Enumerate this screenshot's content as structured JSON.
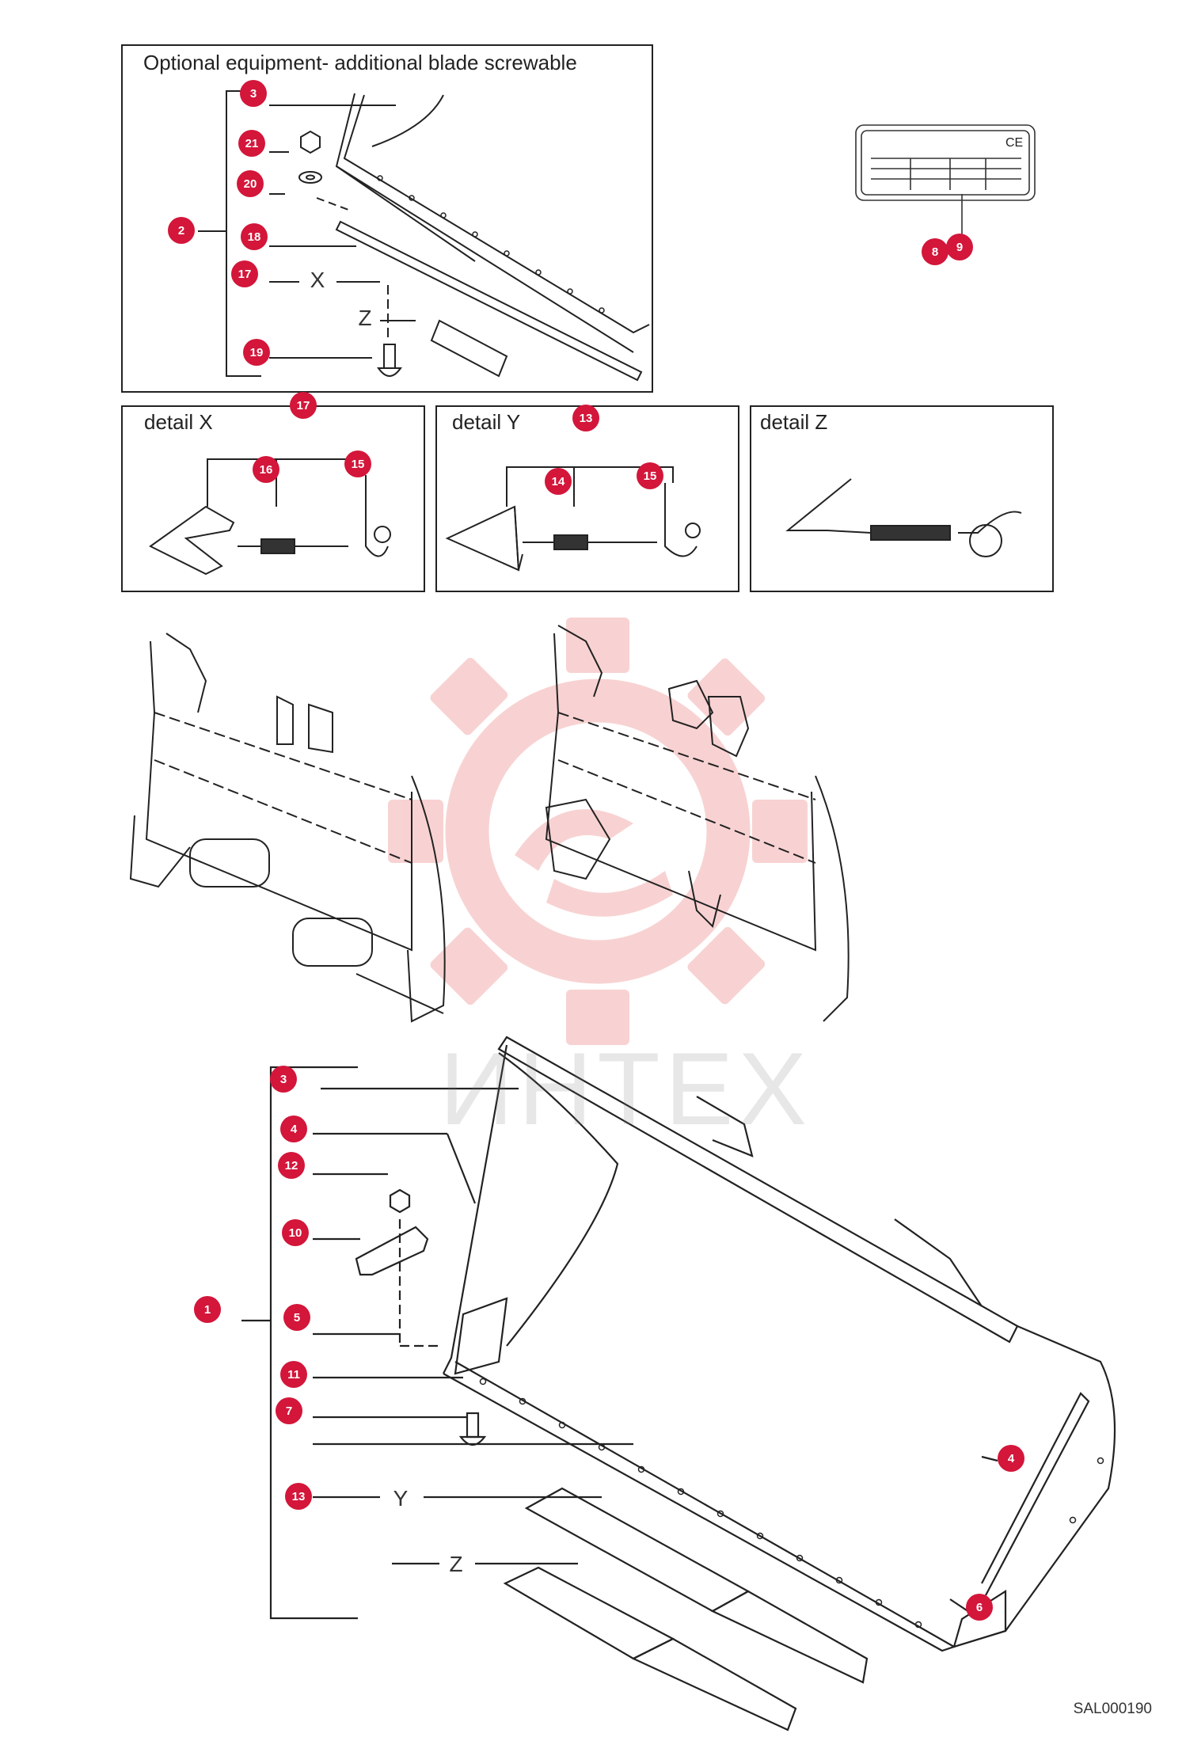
{
  "panels": {
    "optional_title": "Optional equipment- additional blade screwable",
    "detail_x": "detail X",
    "detail_y": "detail Y",
    "detail_z": "detail Z"
  },
  "refs": {
    "x": "X",
    "y": "Y",
    "z": "Z"
  },
  "callouts": {
    "top_3": "3",
    "top_21": "21",
    "top_20": "20",
    "top_2": "2",
    "top_18": "18",
    "top_17": "17",
    "top_19": "19",
    "plate_8": "8",
    "plate_9": "9",
    "dx_17": "17",
    "dx_16": "16",
    "dx_15": "15",
    "dy_13": "13",
    "dy_14": "14",
    "dy_15": "15",
    "b_3": "3",
    "b_4": "4",
    "b_12": "12",
    "b_10": "10",
    "b_1": "1",
    "b_5": "5",
    "b_11": "11",
    "b_7": "7",
    "b_13": "13",
    "b_4r": "4",
    "b_6": "6"
  },
  "watermark": "ИНТЕХ",
  "drawing_code": "SAL000190",
  "colors": {
    "callout": "#d3163a",
    "watermark": "#f4b9b9",
    "line": "#222222"
  }
}
